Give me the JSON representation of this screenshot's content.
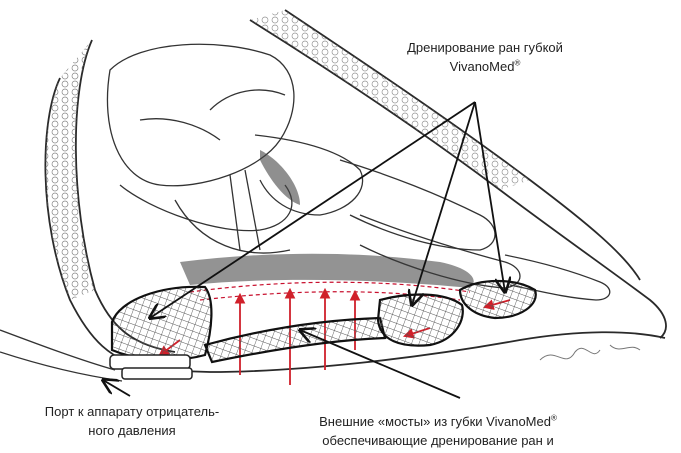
{
  "labels": {
    "vivanomed_drainage": {
      "line1": "Дренирование ран губкой",
      "line2": "VivanoMed",
      "mark": "®"
    },
    "port": {
      "line1": "Порт к аппарату отрицатель-",
      "line2": "ного давления"
    },
    "external_bridges": {
      "line1": "Внешние «мосты» из губки VivanoMed",
      "mark": "®",
      "line2": "обеспечивающие дренирование ран и"
    }
  },
  "colors": {
    "ink": "#2a2a2a",
    "flow": "#d0202a",
    "flow_dashed": "#c8102e",
    "sponge_hatch": "#555555"
  }
}
